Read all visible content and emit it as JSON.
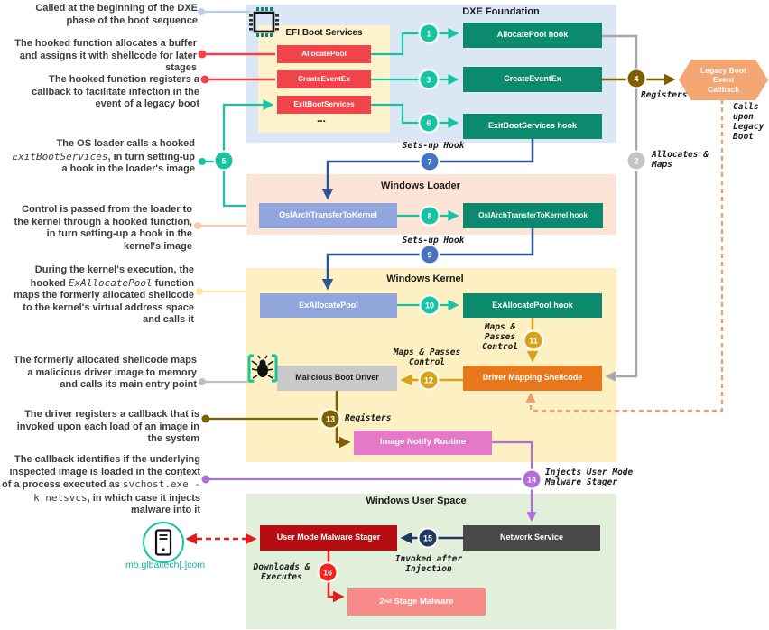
{
  "regions": {
    "dxe": {
      "title": "DXE Foundation"
    },
    "efi": {
      "title": "EFI Boot Services",
      "fn_allocatepool": "AllocatePool",
      "fn_createeventex": "CreateEventEx",
      "fn_exitbootservices": "ExitBootServices",
      "ellipsis": "..."
    },
    "hooks": {
      "allocatepool_hook": "AllocatePool hook",
      "createeventex_hook": "CreateEventEx",
      "exitbootservices_hook": "ExitBootServices hook"
    },
    "loader": {
      "title": "Windows Loader",
      "fn": "OslArchTransferToKernel",
      "hook": "OslArchTransferToKernel hook"
    },
    "kernel": {
      "title": "Windows Kernel",
      "fn": "ExAllocatePool",
      "hook": "ExAllocatePool hook",
      "shellcode": "Driver Mapping Shellcode",
      "driver": "Malicious Boot Driver",
      "notify": "Image Notify Routine"
    },
    "userspace": {
      "title": "Windows User Space",
      "stager": "User Mode Malware Stager",
      "network": "Network Service",
      "stage2_num": "2",
      "stage2_sup": "nd",
      "stage2_rest": " Stage Malware"
    },
    "legacy": {
      "label": "Legacy Boot\nEvent\nCallback"
    },
    "c2": {
      "domain": "mb.glbaitech[.]com"
    }
  },
  "badges": {
    "b1": "1",
    "b2": "2",
    "b3": "3",
    "b4": "4",
    "b5": "5",
    "b6": "6",
    "b7": "7",
    "b8": "8",
    "b9": "9",
    "b10": "10",
    "b11": "11",
    "b12": "12",
    "b13": "13",
    "b14": "14",
    "b15": "15",
    "b16": "16"
  },
  "flow_labels": {
    "setsup7": "Sets-up Hook",
    "setsup9": "Sets-up Hook",
    "registers4": "Registers",
    "allocates_maps": "Allocates &\nMaps",
    "calls_upon": "Calls\nupon\nLegacy\nBoot",
    "maps_passes11": "Maps &\nPasses\nControl",
    "maps_passes12": "Maps & Passes\nControl",
    "registers13": "Registers",
    "injects14": "Injects User Mode\nMalware Stager",
    "invoked15": "Invoked after\nInjection",
    "downloads16": "Downloads &\nExecutes"
  },
  "annotations": {
    "a1": {
      "text": "Called at the beginning of the DXE phase of the boot sequence"
    },
    "a2": {
      "text": "The hooked function allocates a buffer and assigns it with shellcode for later stages"
    },
    "a3": {
      "text": "The hooked function registers a callback to facilitate infection in the event of a legacy boot"
    },
    "a4": {
      "pre": "The OS loader calls a hooked ",
      "code": "ExitBootServices",
      "post": ", in turn setting-up a hook in the loader's image"
    },
    "a5": {
      "text": "Control is passed from the loader to the kernel through a hooked function, in turn setting-up a hook in the kernel's image"
    },
    "a6": {
      "pre": "During the kernel's execution, the hooked ",
      "code": "ExAllocatePool",
      "post": " function maps the formerly allocated shellcode to the kernel's virtual address space and calls it"
    },
    "a7": {
      "text": "The formerly allocated shellcode maps a malicious driver image to memory and calls its main entry point"
    },
    "a8": {
      "text": "The driver registers a callback  that is invoked upon each load of an  image in the system"
    },
    "a9": {
      "pre": "The callback identifies if the underlying inspected image is loaded in the context of a process executed as ",
      "code": "svchost.exe -k netsvcs",
      "post": ", in which case it injects malware into it"
    }
  },
  "colors": {
    "teal": "#17c3a0",
    "hook_green": "#0b8a6e",
    "red_box": "#f1434a",
    "dxe_blue": "#dbe7f4",
    "efi_yellow": "#fdf2cc",
    "loader_peach": "#fce4d6",
    "kernel_yellow": "#fdf0c2",
    "userspace_green": "#e2efda",
    "periwinkle": "#92a6de",
    "orange": "#e8761a",
    "driver_gray": "#c9c9c9",
    "notify_pink": "#e678ca",
    "stager_darkred": "#b60d12",
    "network_gray": "#484848",
    "stage2_salmon": "#f98a8a",
    "hexagon_peach": "#f4a672",
    "badge_blue": "#4472c4",
    "gold": "#d7a31c",
    "olive": "#7f6000",
    "purple": "#b06fd8",
    "navy": "#1f3864",
    "bright_red": "#f81e1e",
    "orange_dash": "#f29b6b",
    "gray_line": "#a8a8a8"
  }
}
